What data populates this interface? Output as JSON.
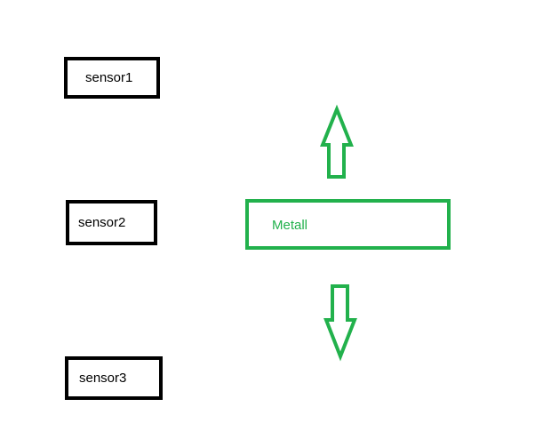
{
  "diagram": {
    "sensors": [
      {
        "label": "sensor1"
      },
      {
        "label": "sensor2"
      },
      {
        "label": "sensor3"
      }
    ],
    "metal": {
      "label": "Metall"
    },
    "arrows": [
      {
        "direction": "up",
        "icon": "arrow-up-icon"
      },
      {
        "direction": "down",
        "icon": "arrow-down-icon"
      }
    ],
    "colors": {
      "sensor_border": "#000000",
      "metal_accent": "#22b14c"
    }
  }
}
